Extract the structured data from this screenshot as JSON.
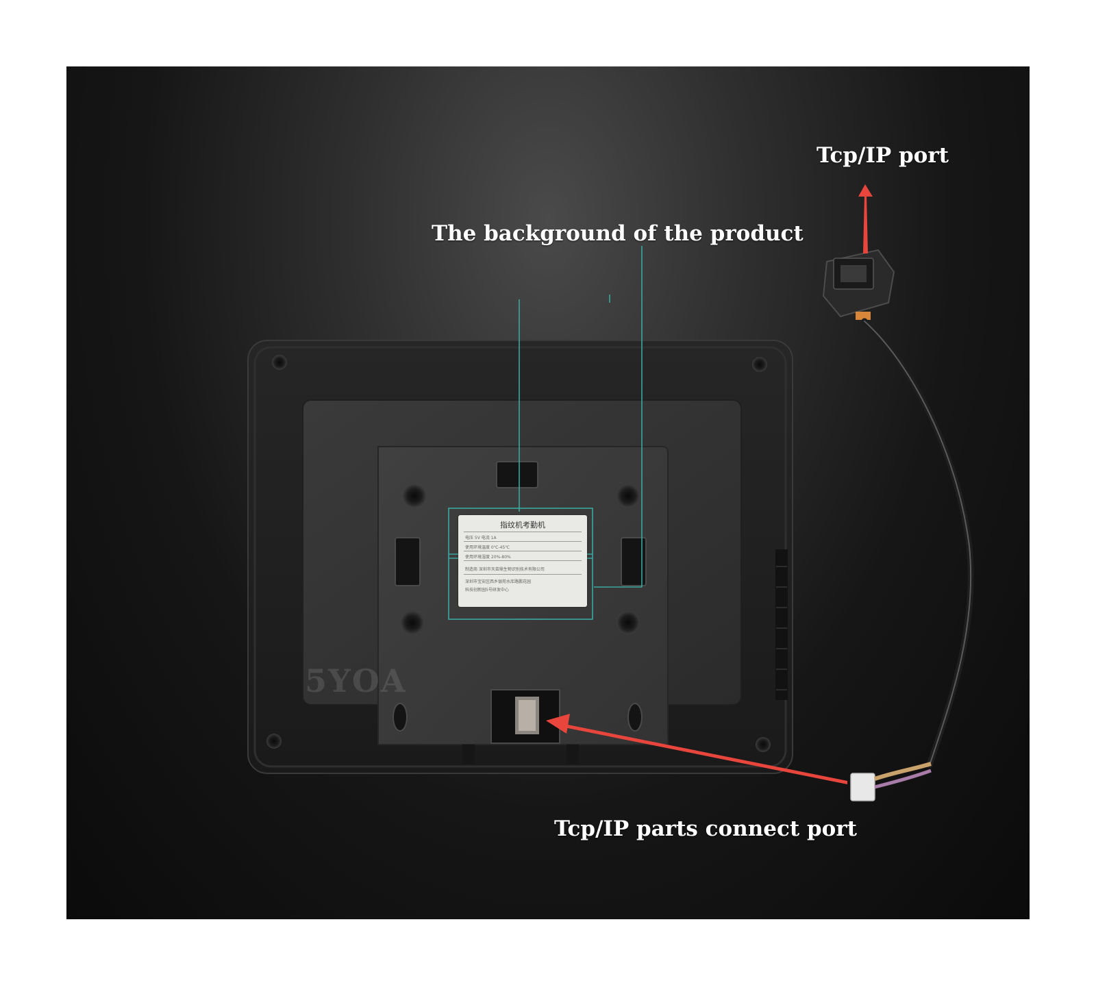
{
  "callouts": {
    "tcp_ip_port": "Tcp/IP port",
    "background": "The background of the product",
    "connect_port": "Tcp/IP parts connect port"
  },
  "device_label": {
    "title": "指纹机考勤机",
    "row1": "电压 5V        电流 1A",
    "row2": "使用环境温度 0℃-45℃",
    "row3": "使用环境湿度 20%-80%",
    "row4": "制造商 深圳市天苗鼎生物识别技术有限公司",
    "row5": "深圳市宝安区西乡银苑水库路鹏花园",
    "row6": "科技创新园5号研发中心"
  },
  "watermark": "5YOA",
  "colors": {
    "arrow": "#e8463c",
    "guide_line": "#3aa8a0",
    "text": "#ffffff"
  }
}
